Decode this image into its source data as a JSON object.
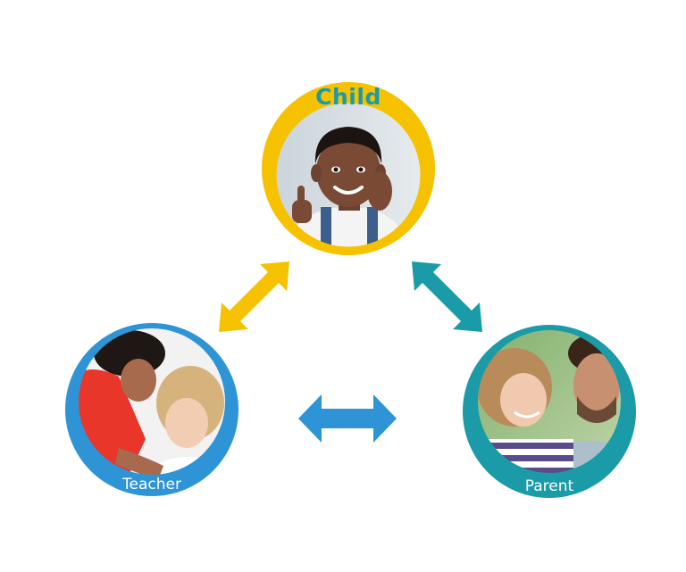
{
  "nodes": {
    "child": {
      "label": "Child",
      "ring_color": "#f6c200",
      "label_color": "#1a9ba7",
      "photo": "smiling boy giving thumbs up"
    },
    "teacher": {
      "label": "Teacher",
      "ring_color": "#2f94d6",
      "photo": "teacher helping young girl"
    },
    "parent": {
      "label": "Parent",
      "ring_color": "#1a9ba7",
      "photo": "father with laughing daughter"
    }
  },
  "arrows": {
    "child_teacher": {
      "color": "#f6c200"
    },
    "child_parent": {
      "color": "#1a9ba7"
    },
    "teacher_parent": {
      "color": "#2f94d6"
    }
  }
}
